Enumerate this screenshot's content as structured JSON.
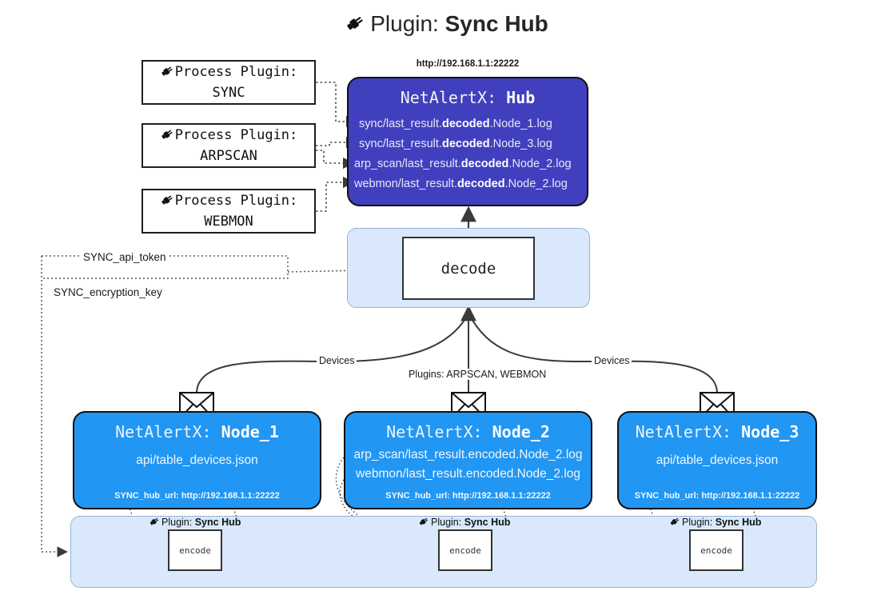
{
  "title": {
    "prefix": "Plugin:",
    "name": "Sync Hub",
    "icon": "plug-icon"
  },
  "process_plugins": [
    {
      "label": "Process Plugin:",
      "name": "SYNC"
    },
    {
      "label": "Process Plugin:",
      "name": "ARPSCAN"
    },
    {
      "label": "Process Plugin:",
      "name": "WEBMON"
    }
  ],
  "hub": {
    "url": "http://192.168.1.1:22222",
    "app": "NetAlertX:",
    "name": "Hub",
    "logs": [
      {
        "pre": "sync/last_result.",
        "em": "decoded",
        "post": ".Node_1.log"
      },
      {
        "pre": "sync/last_result.",
        "em": "decoded",
        "post": ".Node_3.log"
      },
      {
        "pre": "arp_scan/last_result.",
        "em": "decoded",
        "post": ".Node_2.log"
      },
      {
        "pre": "webmon/last_result.",
        "em": "decoded",
        "post": ".Node_2.log"
      }
    ]
  },
  "decode": {
    "label": "decode"
  },
  "secrets": [
    {
      "label": "SYNC_api_token"
    },
    {
      "label": "SYNC_encryption_key"
    }
  ],
  "edge_labels": {
    "devices_left": "Devices",
    "plugins_center": "Plugins: ARPSCAN, WEBMON",
    "devices_right": "Devices"
  },
  "nodes": [
    {
      "app": "NetAlertX:",
      "name": "Node_1",
      "lines": [
        "api/table_devices.json"
      ],
      "url": "SYNC_hub_url: http://192.168.1.1:22222",
      "icon": "envelope-icon"
    },
    {
      "app": "NetAlertX:",
      "name": "Node_2",
      "lines": [
        "arp_scan/last_result.encoded.Node_2.log",
        "webmon/last_result.encoded.Node_2.log"
      ],
      "url": "SYNC_hub_url: http://192.168.1.1:22222",
      "icon": "envelope-icon"
    },
    {
      "app": "NetAlertX:",
      "name": "Node_3",
      "lines": [
        "api/table_devices.json"
      ],
      "url": "SYNC_hub_url: http://192.168.1.1:22222",
      "icon": "envelope-icon"
    }
  ],
  "encoders": [
    {
      "plugin_prefix": "Plugin:",
      "plugin_name": "Sync Hub",
      "label": "encode"
    },
    {
      "plugin_prefix": "Plugin:",
      "plugin_name": "Sync Hub",
      "label": "encode"
    },
    {
      "plugin_prefix": "Plugin:",
      "plugin_name": "Sync Hub",
      "label": "encode"
    }
  ],
  "colors": {
    "hub_fill": "#4040bf",
    "node_fill": "#2196f3",
    "container_fill": "#d9e8fb",
    "container_border": "#5a7ea8",
    "stroke": "#333333"
  }
}
